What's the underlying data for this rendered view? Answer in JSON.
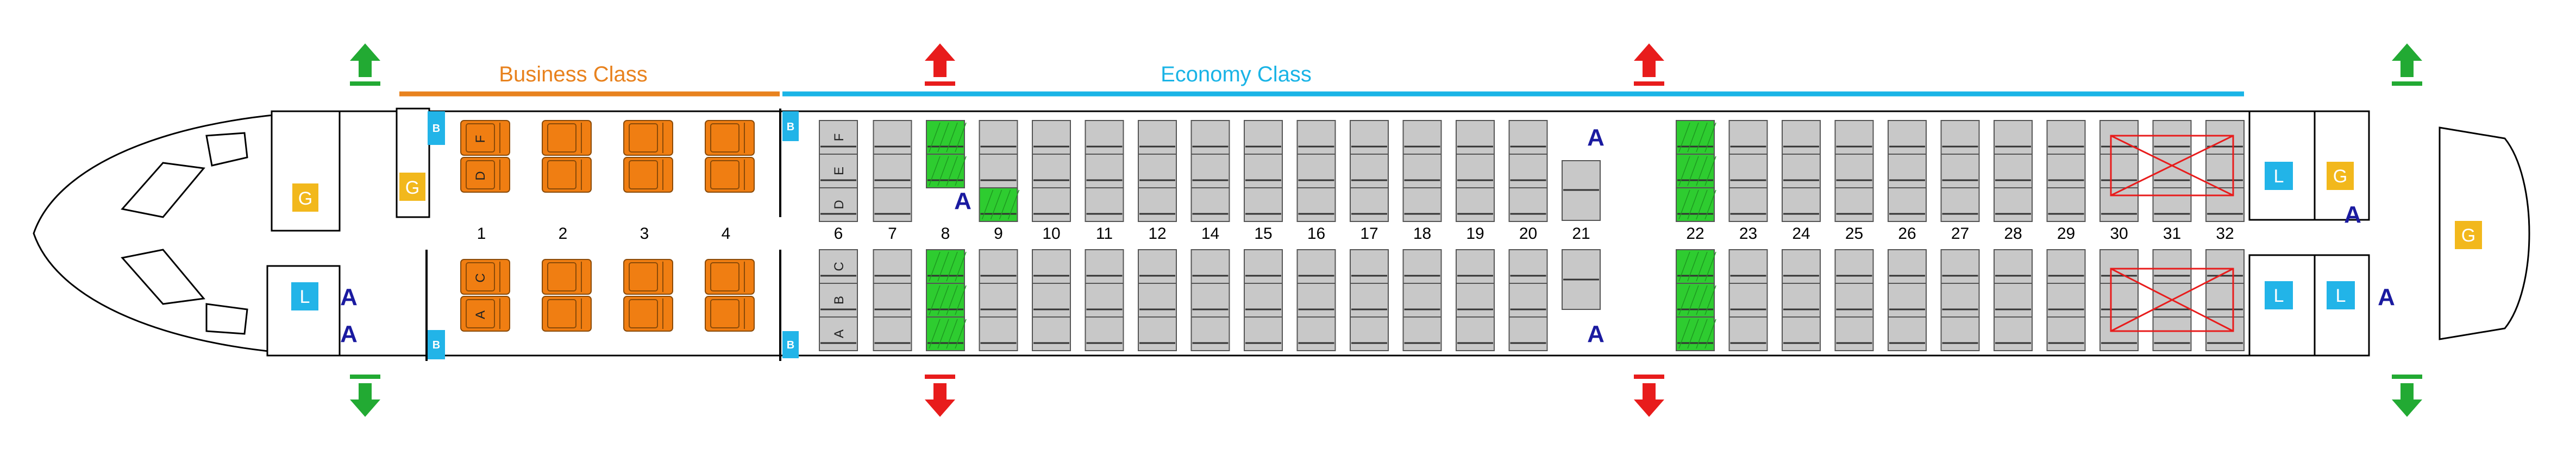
{
  "sections": {
    "business": {
      "label": "Business Class",
      "color": "#e8821e"
    },
    "economy": {
      "label": "Economy Class",
      "color": "#1ab4e6"
    }
  },
  "colors": {
    "business_seat": "#f07e12",
    "economy_seat": "#c8c8c8",
    "exit_row_seat": "#2ecc30",
    "galley": "#f2b81c",
    "lavatory": "#22b4e8",
    "bassinet": "#22b4e8",
    "exit_green": "#22aa33",
    "exit_red": "#e81c1c",
    "blocked": "#e81c1c"
  },
  "business_rows": [
    "1",
    "2",
    "3",
    "4"
  ],
  "business_letters": {
    "upper": [
      "F",
      "D"
    ],
    "lower": [
      "C",
      "A"
    ]
  },
  "economy_rows": [
    "6",
    "7",
    "8",
    "9",
    "10",
    "11",
    "12",
    "14",
    "15",
    "16",
    "17",
    "18",
    "19",
    "20",
    "21",
    "22",
    "23",
    "24",
    "25",
    "26",
    "27",
    "28",
    "29",
    "30",
    "31",
    "32"
  ],
  "economy_letters": {
    "upper": [
      "F",
      "E",
      "D"
    ],
    "lower": [
      "C",
      "B",
      "A"
    ]
  },
  "exit_row_seats": [
    "8",
    "9",
    "22"
  ],
  "blocked_rows": [
    "30",
    "31",
    "32"
  ],
  "facilities": {
    "galley_letter": "G",
    "lavatory_letter": "L",
    "bassinet_letter": "B",
    "attendant_letter": "A"
  },
  "exit_types": [
    {
      "position": "front",
      "color": "green"
    },
    {
      "position": "overwing-1",
      "color": "red"
    },
    {
      "position": "overwing-2",
      "color": "red"
    },
    {
      "position": "rear",
      "color": "green"
    }
  ]
}
